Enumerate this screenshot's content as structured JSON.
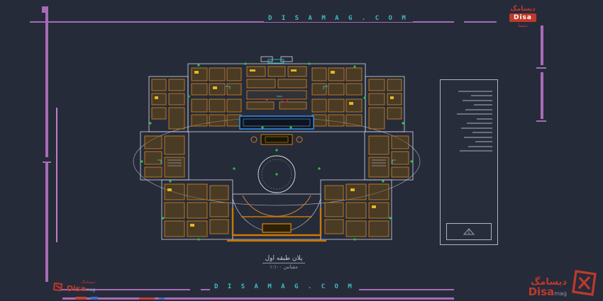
{
  "watermarks": {
    "top_url": "D I S A M A G . C O M",
    "bottom_url": "D I S A M A G . C O M"
  },
  "brand": {
    "farsi_name": "دیسامگ",
    "farsi_short": "دیسا",
    "latin_name": "Disa",
    "latin_suffix": "mag"
  },
  "plan_caption": {
    "line1": "پلان طبقه اول",
    "line2": "مقیاس ۱:۱۰۰"
  },
  "colors": {
    "frame_purple": "#a76bb5",
    "wall_orange": "#c77f1f",
    "thick_orange": "#cc7a00",
    "accent_green": "#21c93d",
    "accent_cyan": "#2ad4d4",
    "hall_blue": "#2e9bff",
    "url_teal": "#3fbdbd",
    "logo_red": "#c0392b",
    "background": "#262b3a"
  }
}
